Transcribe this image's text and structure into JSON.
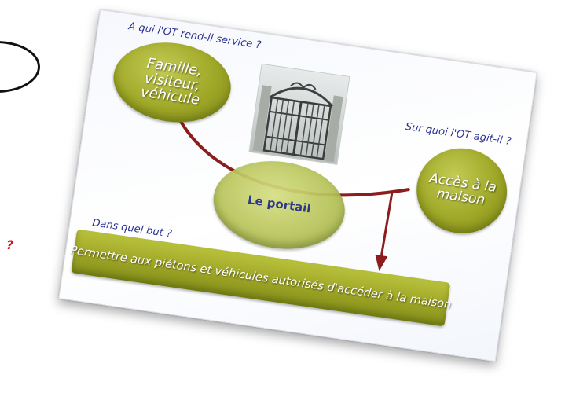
{
  "slide": {
    "questions": {
      "for_whom": "A qui l'OT rend-il service ?",
      "acts_on": "Sur quoi l'OT agit-il ?",
      "purpose": "Dans quel but ?"
    },
    "nodes": {
      "users": "Famille, visiteur, véhicule",
      "object": "Le portail",
      "target": "Accès à la maison"
    },
    "function_statement": "Permettre aux piétons et véhicules autorisés d'accéder à la maison",
    "image": "gate-photo"
  },
  "left_fragment": {
    "mark": "?"
  },
  "colors": {
    "oval_green": "#9ea726",
    "center_oval": "#b8c45a",
    "link_line": "#8b1d1d",
    "question_text": "#2a3192",
    "fragment_mark": "#d40f0f"
  }
}
